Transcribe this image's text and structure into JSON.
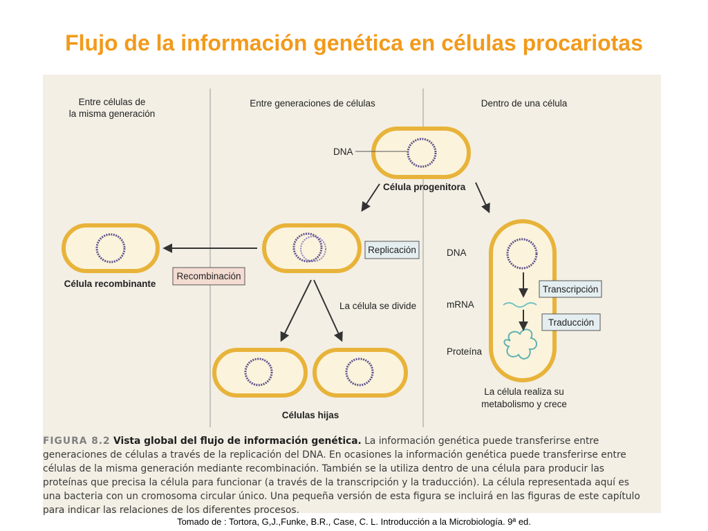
{
  "title": "Flujo de la información genética en células procariotas",
  "figure": {
    "columns": {
      "left_line1": "Entre células de",
      "left_line2": "la misma generación",
      "middle": "Entre generaciones de células",
      "right": "Dentro de una célula"
    },
    "labels": {
      "dna_top": "DNA",
      "parent_cell": "Célula progenitora",
      "replication": "Replicación",
      "recombination": "Recombinación",
      "recombinant_cell": "Célula recombinante",
      "cell_divides": "La célula se divide",
      "daughter_cells": "Células hijas",
      "dna_right": "DNA",
      "mrna": "mRNA",
      "protein": "Proteína",
      "transcription": "Transcripción",
      "translation": "Traducción",
      "metabolism_line1": "La célula realiza su",
      "metabolism_line2": "metabolismo y crece"
    },
    "caption": {
      "fig_label": "FIGURA 8.2",
      "fig_heading": "Vista global del flujo de información genética.",
      "body": "La información genética puede transferirse entre generaciones de células a través de la replicación del DNA. En ocasiones la información genética puede transferirse entre células de la misma generación mediante recombinación. También se la utiliza dentro de una célula para producir las proteínas que precisa la célula para funcionar (a través de la transcripción y la traducción). La célula representada aquí es una bacteria con un cromosoma circular único. Una pequeña versión de esta figura se incluirá en las figuras de este capítulo para indicar las relaciones de los diferentes procesos."
    },
    "colors": {
      "cell_wall": "#e8b33a",
      "cell_fill": "#fbf3dc",
      "dna": "#5a4f8a",
      "rna": "#6fc4c0",
      "box_fill": "#e4eef0",
      "box_recomb": "#f4dcd2"
    }
  },
  "credit": "Tomado de : Tortora, G,J.,Funke, B.R., Case, C. L. Introducción a la Microbiología. 9ª ed."
}
